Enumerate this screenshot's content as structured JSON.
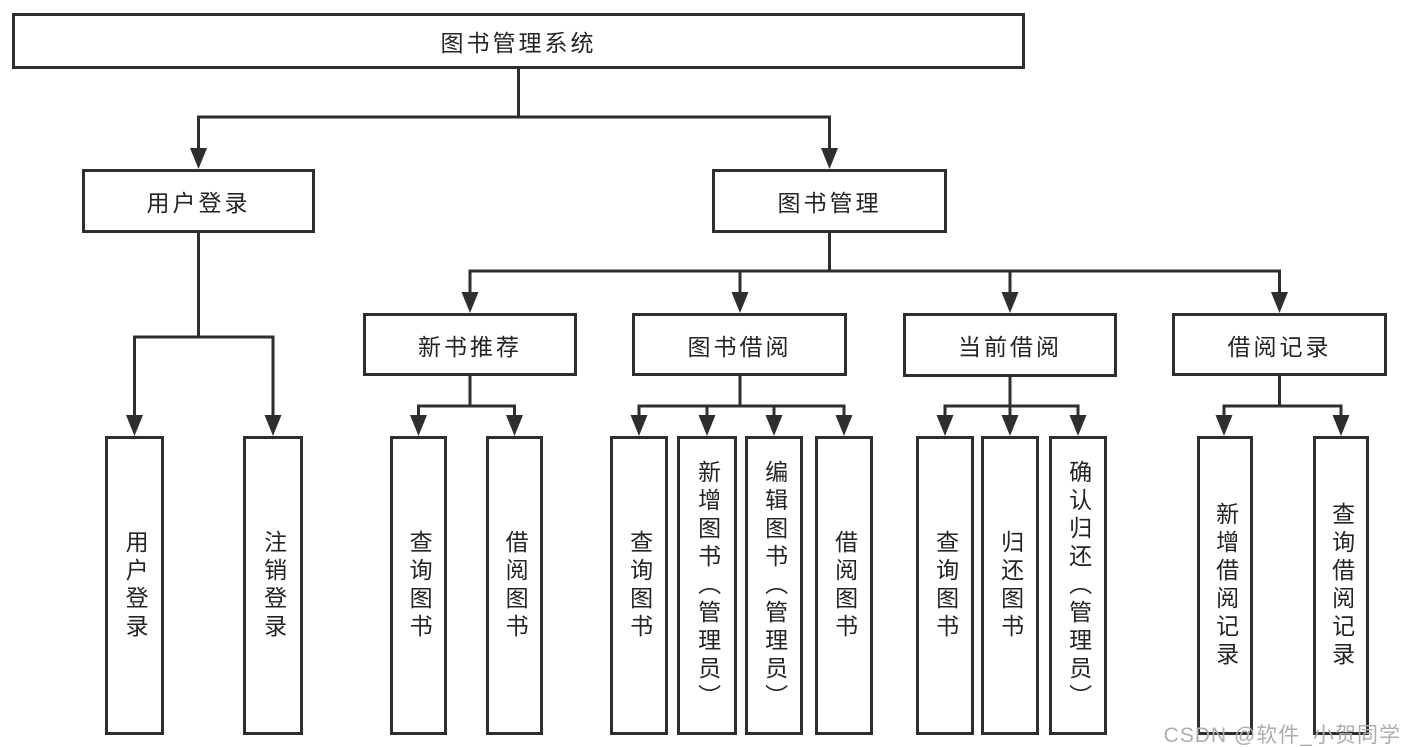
{
  "tree": {
    "root": {
      "label": "图书管理系统"
    },
    "branches": [
      {
        "label": "用户登录",
        "children": [
          {
            "label": "用户登录"
          },
          {
            "label": "注销登录"
          }
        ]
      },
      {
        "label": "图书管理",
        "children": [
          {
            "label": "新书推荐",
            "children": [
              {
                "label": "查询图书"
              },
              {
                "label": "借阅图书"
              }
            ]
          },
          {
            "label": "图书借阅",
            "children": [
              {
                "label": "查询图书"
              },
              {
                "label": "新增图书（管理员）"
              },
              {
                "label": "编辑图书（管理员）"
              },
              {
                "label": "借阅图书"
              }
            ]
          },
          {
            "label": "当前借阅",
            "children": [
              {
                "label": "查询图书"
              },
              {
                "label": "归还图书"
              },
              {
                "label": "确认归还（管理员）"
              }
            ]
          },
          {
            "label": "借阅记录",
            "children": [
              {
                "label": "新增借阅记录"
              },
              {
                "label": "查询借阅记录"
              }
            ]
          }
        ]
      }
    ]
  },
  "watermark": {
    "text": "CSDN @软件_小贺同学"
  },
  "colors": {
    "line": "#2e2e2e",
    "box_border": "#2e2e2e",
    "text": "#242424",
    "background": "#ffffff",
    "watermark": "#aeaeae"
  }
}
